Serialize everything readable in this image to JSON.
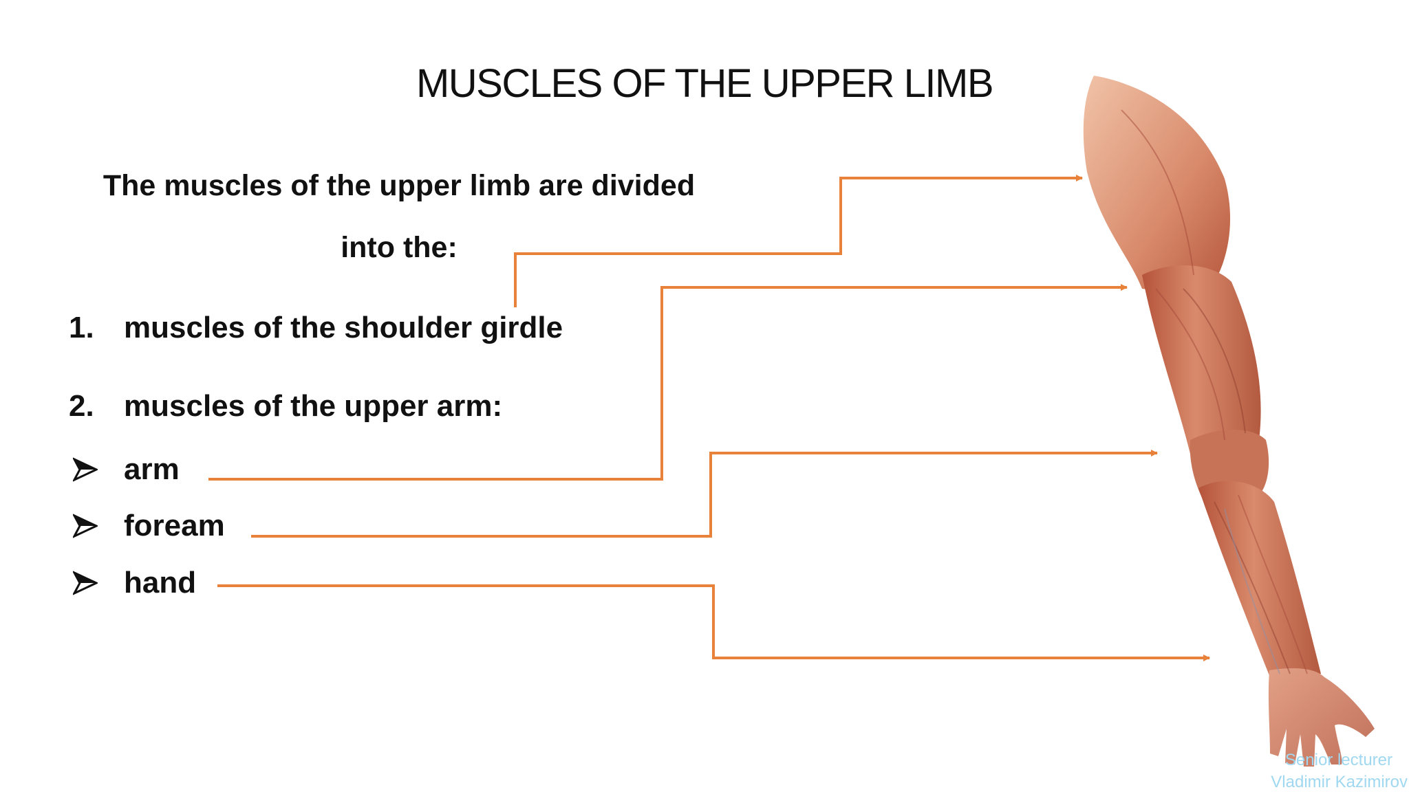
{
  "slide": {
    "title": "MUSCLES OF THE UPPER LIMB",
    "intro_line1": "The muscles of the upper limb are divided",
    "intro_line2": "into the:",
    "numbered_items": [
      {
        "marker": "1.",
        "text": "muscles of the shoulder girdle"
      },
      {
        "marker": "2.",
        "text": "muscles of the upper arm:"
      }
    ],
    "bullet_items": [
      {
        "text": "arm"
      },
      {
        "text": "foream"
      },
      {
        "text": "hand"
      }
    ],
    "connector_color": "#e8823a",
    "bullet_icon": "arrowhead-bullet-icon",
    "watermark_line1": "Senior lecturer",
    "watermark_line2": "Vladimir Kazimirov"
  }
}
